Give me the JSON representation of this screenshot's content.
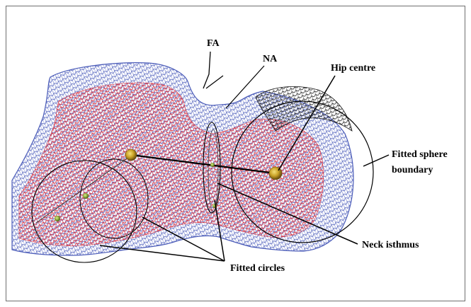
{
  "labels": {
    "fa": "FA",
    "na": "NA",
    "hip_centre": "Hip centre",
    "fitted_sphere_line1": "Fitted sphere",
    "fitted_sphere_line2": "boundary",
    "neck_isthmus": "Neck isthmus",
    "fitted_circles": "Fitted circles"
  },
  "colors": {
    "background": "#ffffff",
    "frame": "#6f6f6f",
    "outer_mesh": "#4a5bb8",
    "inner_mesh": "#e0202a",
    "head_mesh": "#111111",
    "marker": "#c9a227",
    "annotation": "#000000"
  }
}
